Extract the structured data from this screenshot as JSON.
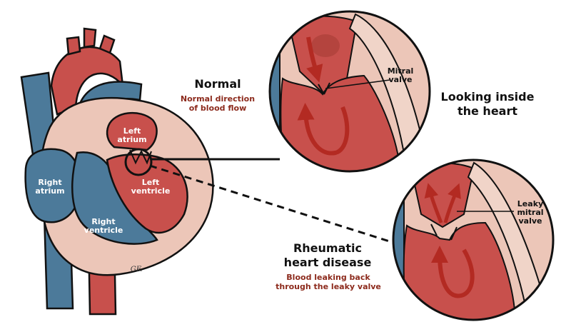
{
  "heart": {
    "left_atrium": [
      "Left",
      "atrium"
    ],
    "left_ventricle": [
      "Left",
      "ventricle"
    ],
    "right_atrium": [
      "Right",
      "atrium"
    ],
    "right_ventricle": [
      "Right",
      "ventricle"
    ],
    "signature": "GF."
  },
  "normal": {
    "title": "Normal",
    "subtitle": [
      "Normal direction",
      "of blood flow"
    ],
    "valve_label": [
      "Mitral",
      "valve"
    ]
  },
  "inside": {
    "title": [
      "Looking inside",
      "the heart"
    ]
  },
  "disease": {
    "title": [
      "Rheumatic",
      "heart disease"
    ],
    "subtitle": [
      "Blood leaking back",
      "through the leaky valve"
    ],
    "valve_label": [
      "Leaky",
      "mitral",
      "valve"
    ]
  },
  "colors": {
    "blood_red": "#c8504c",
    "vein_blue": "#4c7a9a",
    "tissue_pink": "#ecc6b8",
    "arrow_red": "#b32a22",
    "caption_red": "#8c2a1c"
  }
}
